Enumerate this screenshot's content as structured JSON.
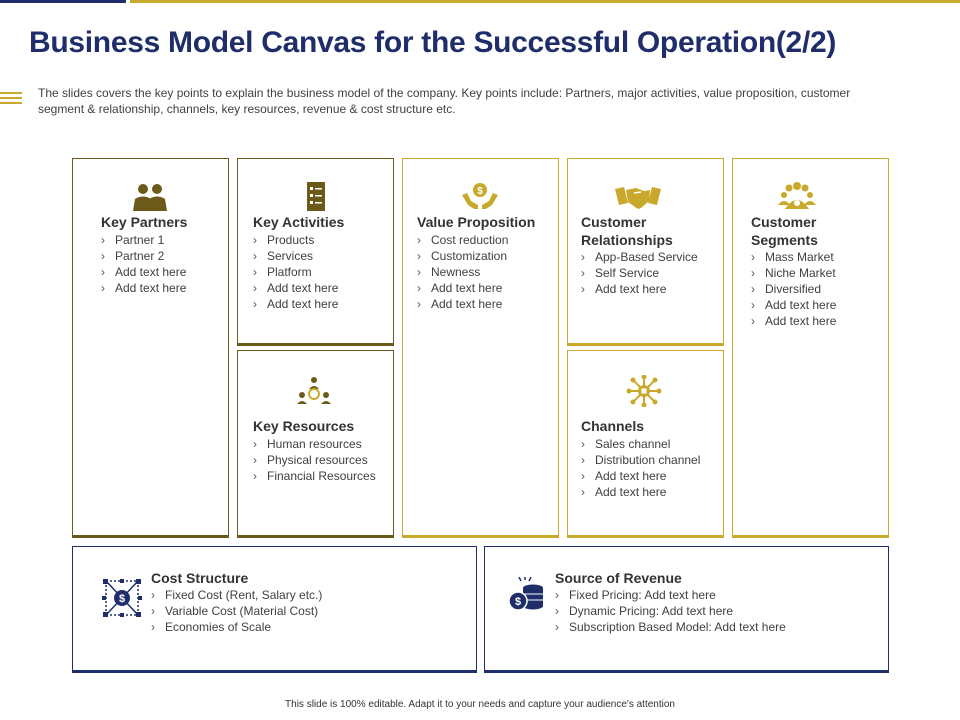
{
  "title": "Business Model Canvas for the Successful Operation(2/2)",
  "intro": "The slides covers the key points to explain the business model of the company. Key points include: Partners, major activities, value proposition, customer segment & relationship, channels, key resources, revenue  & cost structure etc.",
  "colors": {
    "navy": "#1f2d6b",
    "gold": "#c9a92c",
    "olive": "#6b5a1a"
  },
  "key_partners": {
    "icon": "people-icon",
    "heading": "Key Partners",
    "items": [
      "Partner 1",
      "Partner 2",
      "Add text here",
      "Add text here"
    ]
  },
  "key_activities": {
    "icon": "checklist-icon",
    "heading": "Key Activities",
    "items": [
      "Products",
      "Services",
      "Platform",
      "Add text here",
      "Add text here"
    ]
  },
  "key_resources": {
    "icon": "team-cycle-icon",
    "heading": "Key Resources",
    "items": [
      "Human resources",
      "Physical resources",
      "Financial Resources"
    ]
  },
  "value_proposition": {
    "icon": "hands-money-icon",
    "heading": "Value Proposition",
    "items": [
      "Cost reduction",
      "Customization",
      "Newness",
      "Add text here",
      "Add text here"
    ]
  },
  "customer_relationships": {
    "icon": "handshake-icon",
    "heading_line1": "Customer",
    "heading_line2": "Relationships",
    "items": [
      "App-Based Service",
      "Self Service",
      "Add text here"
    ]
  },
  "channels": {
    "icon": "network-icon",
    "heading": "Channels",
    "items": [
      "Sales channel",
      "Distribution channel",
      "Add text here",
      "Add text here"
    ]
  },
  "customer_segments": {
    "icon": "group-icon",
    "heading_line1": "Customer",
    "heading_line2": "Segments",
    "items": [
      "Mass Market",
      "Niche Market",
      "Diversified",
      "Add text here",
      "Add text here"
    ]
  },
  "cost_structure": {
    "icon": "dollar-network-icon",
    "heading": "Cost Structure",
    "items": [
      "Fixed Cost (Rent, Salary etc.)",
      "Variable Cost (Material Cost)",
      "Economies of Scale"
    ]
  },
  "revenue": {
    "icon": "coins-icon",
    "heading": "Source of Revenue",
    "items": [
      "Fixed Pricing: Add text here",
      "Dynamic Pricing: Add text here",
      "Subscription Based Model: Add text here"
    ]
  },
  "footer": "This slide is 100% editable. Adapt it to your needs and capture your audience's attention"
}
